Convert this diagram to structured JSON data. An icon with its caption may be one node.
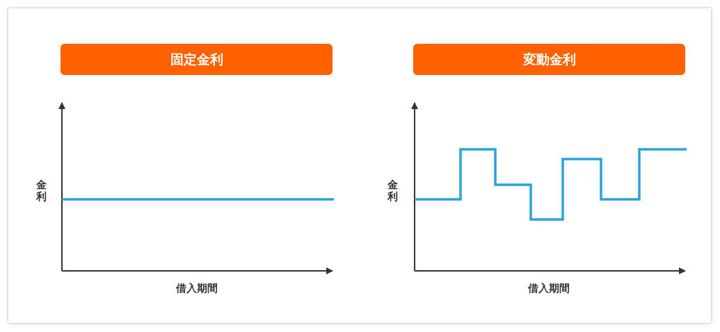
{
  "diagram": {
    "nodes": [
      {
        "text": [
          "固定金利"
        ]
      },
      {
        "text": [
          "変動金利"
        ]
      }
    ],
    "labels": [
      "金利",
      "金利",
      "借入期間",
      "借入期間"
    ]
  }
}
